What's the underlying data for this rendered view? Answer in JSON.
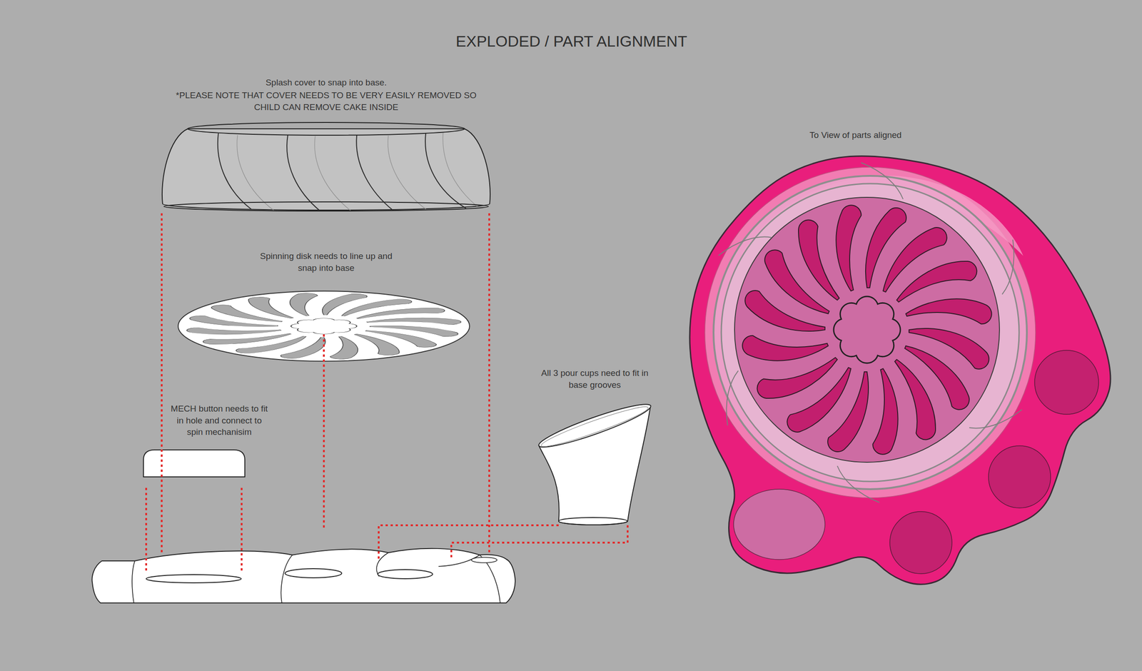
{
  "diagram": {
    "title": "EXPLODED / PART ALIGNMENT",
    "labels": [
      "Splash cover to snap into base.",
      "*PLEASE NOTE THAT COVER NEEDS TO BE VERY EASILY REMOVED SO CHILD CAN REMOVE CAKE INSIDE",
      "Spinning disk needs to line up and snap into base",
      "MECH button needs to fit in hole and connect to spin mechanisim",
      "All 3 pour cups need to fit in base grooves",
      "To View of parts aligned"
    ]
  }
}
